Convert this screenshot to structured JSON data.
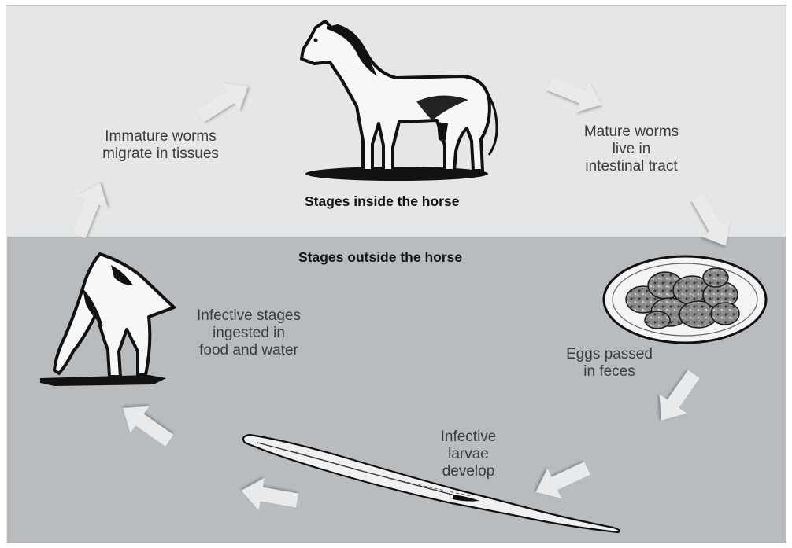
{
  "colors": {
    "inside_background": "#e4e6e7",
    "outside_background": "#b8bcbf",
    "arrow_fill": "#e9eaeb",
    "ink": "#111111"
  },
  "headings": {
    "inside": "Stages inside the horse",
    "outside": "Stages outside the horse"
  },
  "stages": {
    "immature_line1": "Immature worms",
    "immature_line2": "migrate in tissues",
    "mature_line1": "Mature worms",
    "mature_line2": "live in",
    "mature_line3": "intestinal tract",
    "eggs_line1": "Eggs passed",
    "eggs_line2": "in feces",
    "larvae_line1": "Infective",
    "larvae_line2": "larvae",
    "larvae_line3": "develop",
    "ingested_line1": "Infective stages",
    "ingested_line2": "ingested in",
    "ingested_line3": "food and water"
  },
  "icons": [
    "standing-horse-icon",
    "grazing-horse-icon",
    "feces-plate-icon",
    "larva-worm-icon"
  ]
}
